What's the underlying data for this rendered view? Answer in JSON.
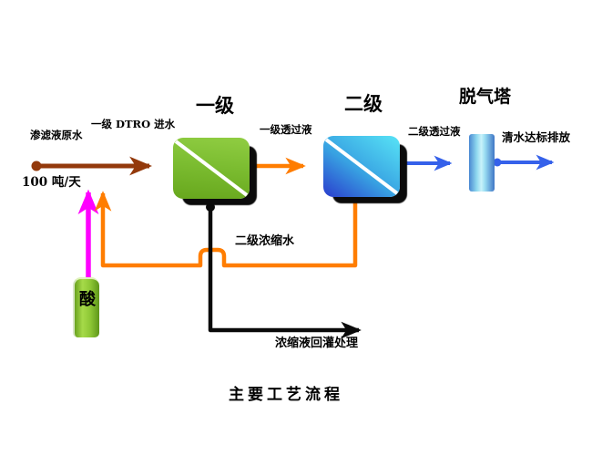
{
  "title": "主要工艺流程",
  "nodes": {
    "stage1": {
      "label": "一级"
    },
    "stage2": {
      "label": "二级"
    },
    "degas_tower": {
      "label": "脱气塔"
    },
    "acid": {
      "label": "酸"
    }
  },
  "labels": {
    "raw_water": "渗滤液原水",
    "flow_rate": "100 吨/天",
    "stage1_feed": "一级 DTRO 进水",
    "stage1_permeate": "一级透过液",
    "stage2_permeate": "二级透过液",
    "clean_water": "清水达标排放",
    "stage2_concentrate": "二级浓缩水",
    "concentrate_return": "浓缩液回灌处理"
  },
  "colors": {
    "feed_line": "#93390B",
    "acid_line": "#FF00FF",
    "concentrate_line": "#FF7D00",
    "permeate_line": "#3561EA",
    "waste_line": "#0A0A0A",
    "stage1_fill_top": "#90CD42",
    "stage1_fill_bottom": "#67A71D",
    "stage2_fill_top": "#58E4F6",
    "stage2_fill_bottom": "#2A3CCD",
    "tower_fill_mid": "#C9F2FA",
    "tower_fill_edge": "#4A88D2",
    "bottle_fill": "#8CC634",
    "shadow": "#0B0B0B"
  }
}
